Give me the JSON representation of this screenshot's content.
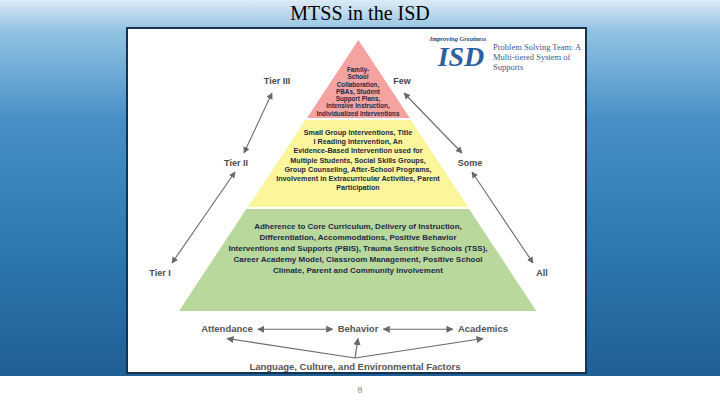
{
  "diagram": {
    "title": "MTSS in the ISD",
    "nodes": [
      {
        "text": [
          "Family-School Collaboration, PBAs, Student Support Plans, Intensive Instruction, Individualized Interventions"
        ]
      },
      {
        "text": [
          "Small Group Interventions, Title I Reading Intervention, An Evidence-Based Intervention used for Multiple Students, Social Skills Groups, Group Counseling, After-School Programs, Involvement in Extracurricular Activities, Parent Participation"
        ]
      },
      {
        "text": [
          "Adherence to Core Curriculum, Delivery of Instruction, Differentiation, Accommodations, Positive Behavior Interventions and Supports (PBIS), Trauma Sensitive Schools (TSS), Career Academy Model, Classroom Management, Positive School Climate, Parent and Community Involvement"
        ]
      },
      {
        "text": [
          "Attendance"
        ]
      },
      {
        "text": [
          "Behavior"
        ]
      },
      {
        "text": [
          "Academics"
        ]
      },
      {
        "text": [
          "Language, Culture, and Environmental Factors"
        ]
      }
    ],
    "edges": [
      {
        "from": 3,
        "to": 4,
        "arrow": "both"
      },
      {
        "from": 4,
        "to": 5,
        "arrow": "both"
      },
      {
        "from": 6,
        "to": 3,
        "arrow": "to"
      },
      {
        "from": 6,
        "to": 4,
        "arrow": "to"
      },
      {
        "from": 6,
        "to": 5,
        "arrow": "to"
      }
    ],
    "labels": [
      "Tier III",
      "Few",
      "Tier II",
      "Some",
      "Tier I",
      "All",
      "Improving Greatness",
      "ISD",
      "Problem Solving Team: A Multi-tiered System of Supports",
      "8"
    ]
  }
}
